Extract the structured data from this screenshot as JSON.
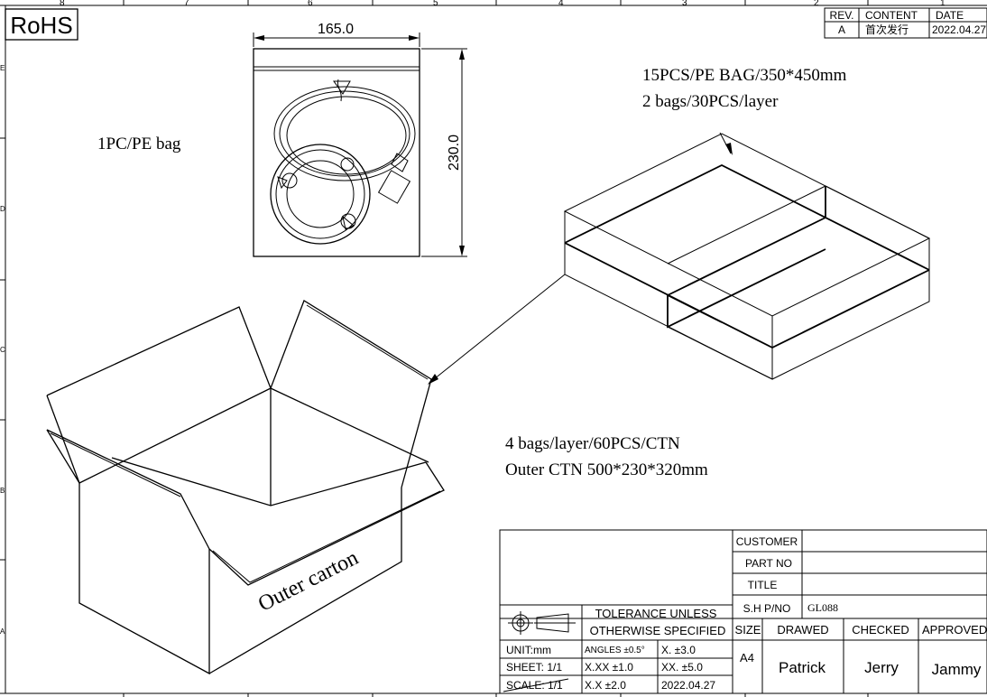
{
  "rohs": "RoHS",
  "border": {
    "top": [
      "8",
      "7",
      "6",
      "5",
      "4",
      "3",
      "2",
      "1"
    ],
    "left": [
      "E",
      "D",
      "C",
      "B",
      "A"
    ]
  },
  "revision": {
    "header_rev": "REV.",
    "header_content": "CONTENT",
    "header_date": "DATE",
    "rev": "A",
    "content": "首次发行",
    "date": "2022.04.27"
  },
  "bag": {
    "width": "165.0",
    "height": "230.0",
    "label": "1PC/PE bag"
  },
  "layer": {
    "line1": "15PCS/PE BAG/350*450mm",
    "line2": "2 bags/30PCS/layer"
  },
  "carton": {
    "line1": "4 bags/layer/60PCS/CTN",
    "line2": "Outer CTN 500*230*320mm",
    "label": "Outer carton"
  },
  "title_block": {
    "customer_label": "CUSTOMER",
    "part_no_label": "PART NO",
    "title_label": "TITLE",
    "sh_pno_label": "S.H P/NO",
    "sh_pno_value": "GL088",
    "tolerance_line1": "TOLERANCE UNLESS",
    "tolerance_line2": "OTHERWISE SPECIFIED",
    "size_label": "SIZE",
    "drawed_label": "DRAWED",
    "checked_label": "CHECKED",
    "approved_label": "APPROVED",
    "unit": "UNIT:mm",
    "angles": "ANGLES  ±0.5°",
    "x_tol": "X.    ±3.0",
    "sheet": "SHEET:  1/1",
    "xxx_tol": "X.XX  ±1.0",
    "xx_tol": "XX.   ±5.0",
    "scale": "SCALE:  1/1",
    "xx2_tol": "X.X   ±2.0",
    "date": "2022.04.27",
    "size": "A4",
    "drawed": "Patrick",
    "checked": "Jerry",
    "approved": "Jammy"
  }
}
